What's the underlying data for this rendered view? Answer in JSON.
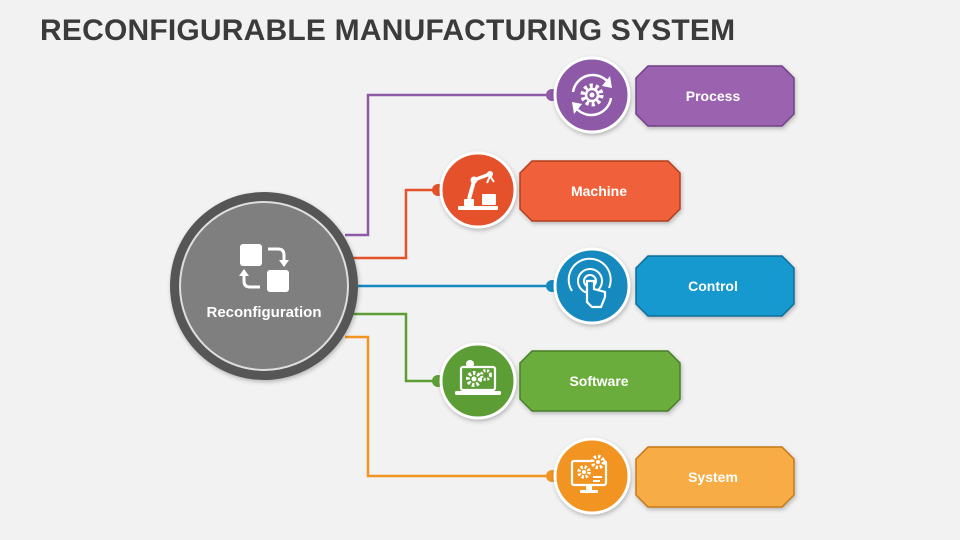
{
  "title": "RECONFIGURABLE MANUFACTURING SYSTEM",
  "hub": {
    "label": "Reconfiguration",
    "icon": "reconfigure-squares-icon"
  },
  "branches": [
    {
      "label": "Process",
      "icon": "gear-cycle-icon",
      "color": "#8e5aa8",
      "box_color": "#9b62b0"
    },
    {
      "label": "Machine",
      "icon": "robot-arm-icon",
      "color": "#e4512b",
      "box_color": "#f0613a"
    },
    {
      "label": "Control",
      "icon": "touch-control-icon",
      "color": "#1589bf",
      "box_color": "#1599cf"
    },
    {
      "label": "Software",
      "icon": "laptop-gears-icon",
      "color": "#5c9e35",
      "box_color": "#6aad3d"
    },
    {
      "label": "System",
      "icon": "monitor-gears-icon",
      "color": "#f29422",
      "box_color": "#f8ac45"
    }
  ]
}
